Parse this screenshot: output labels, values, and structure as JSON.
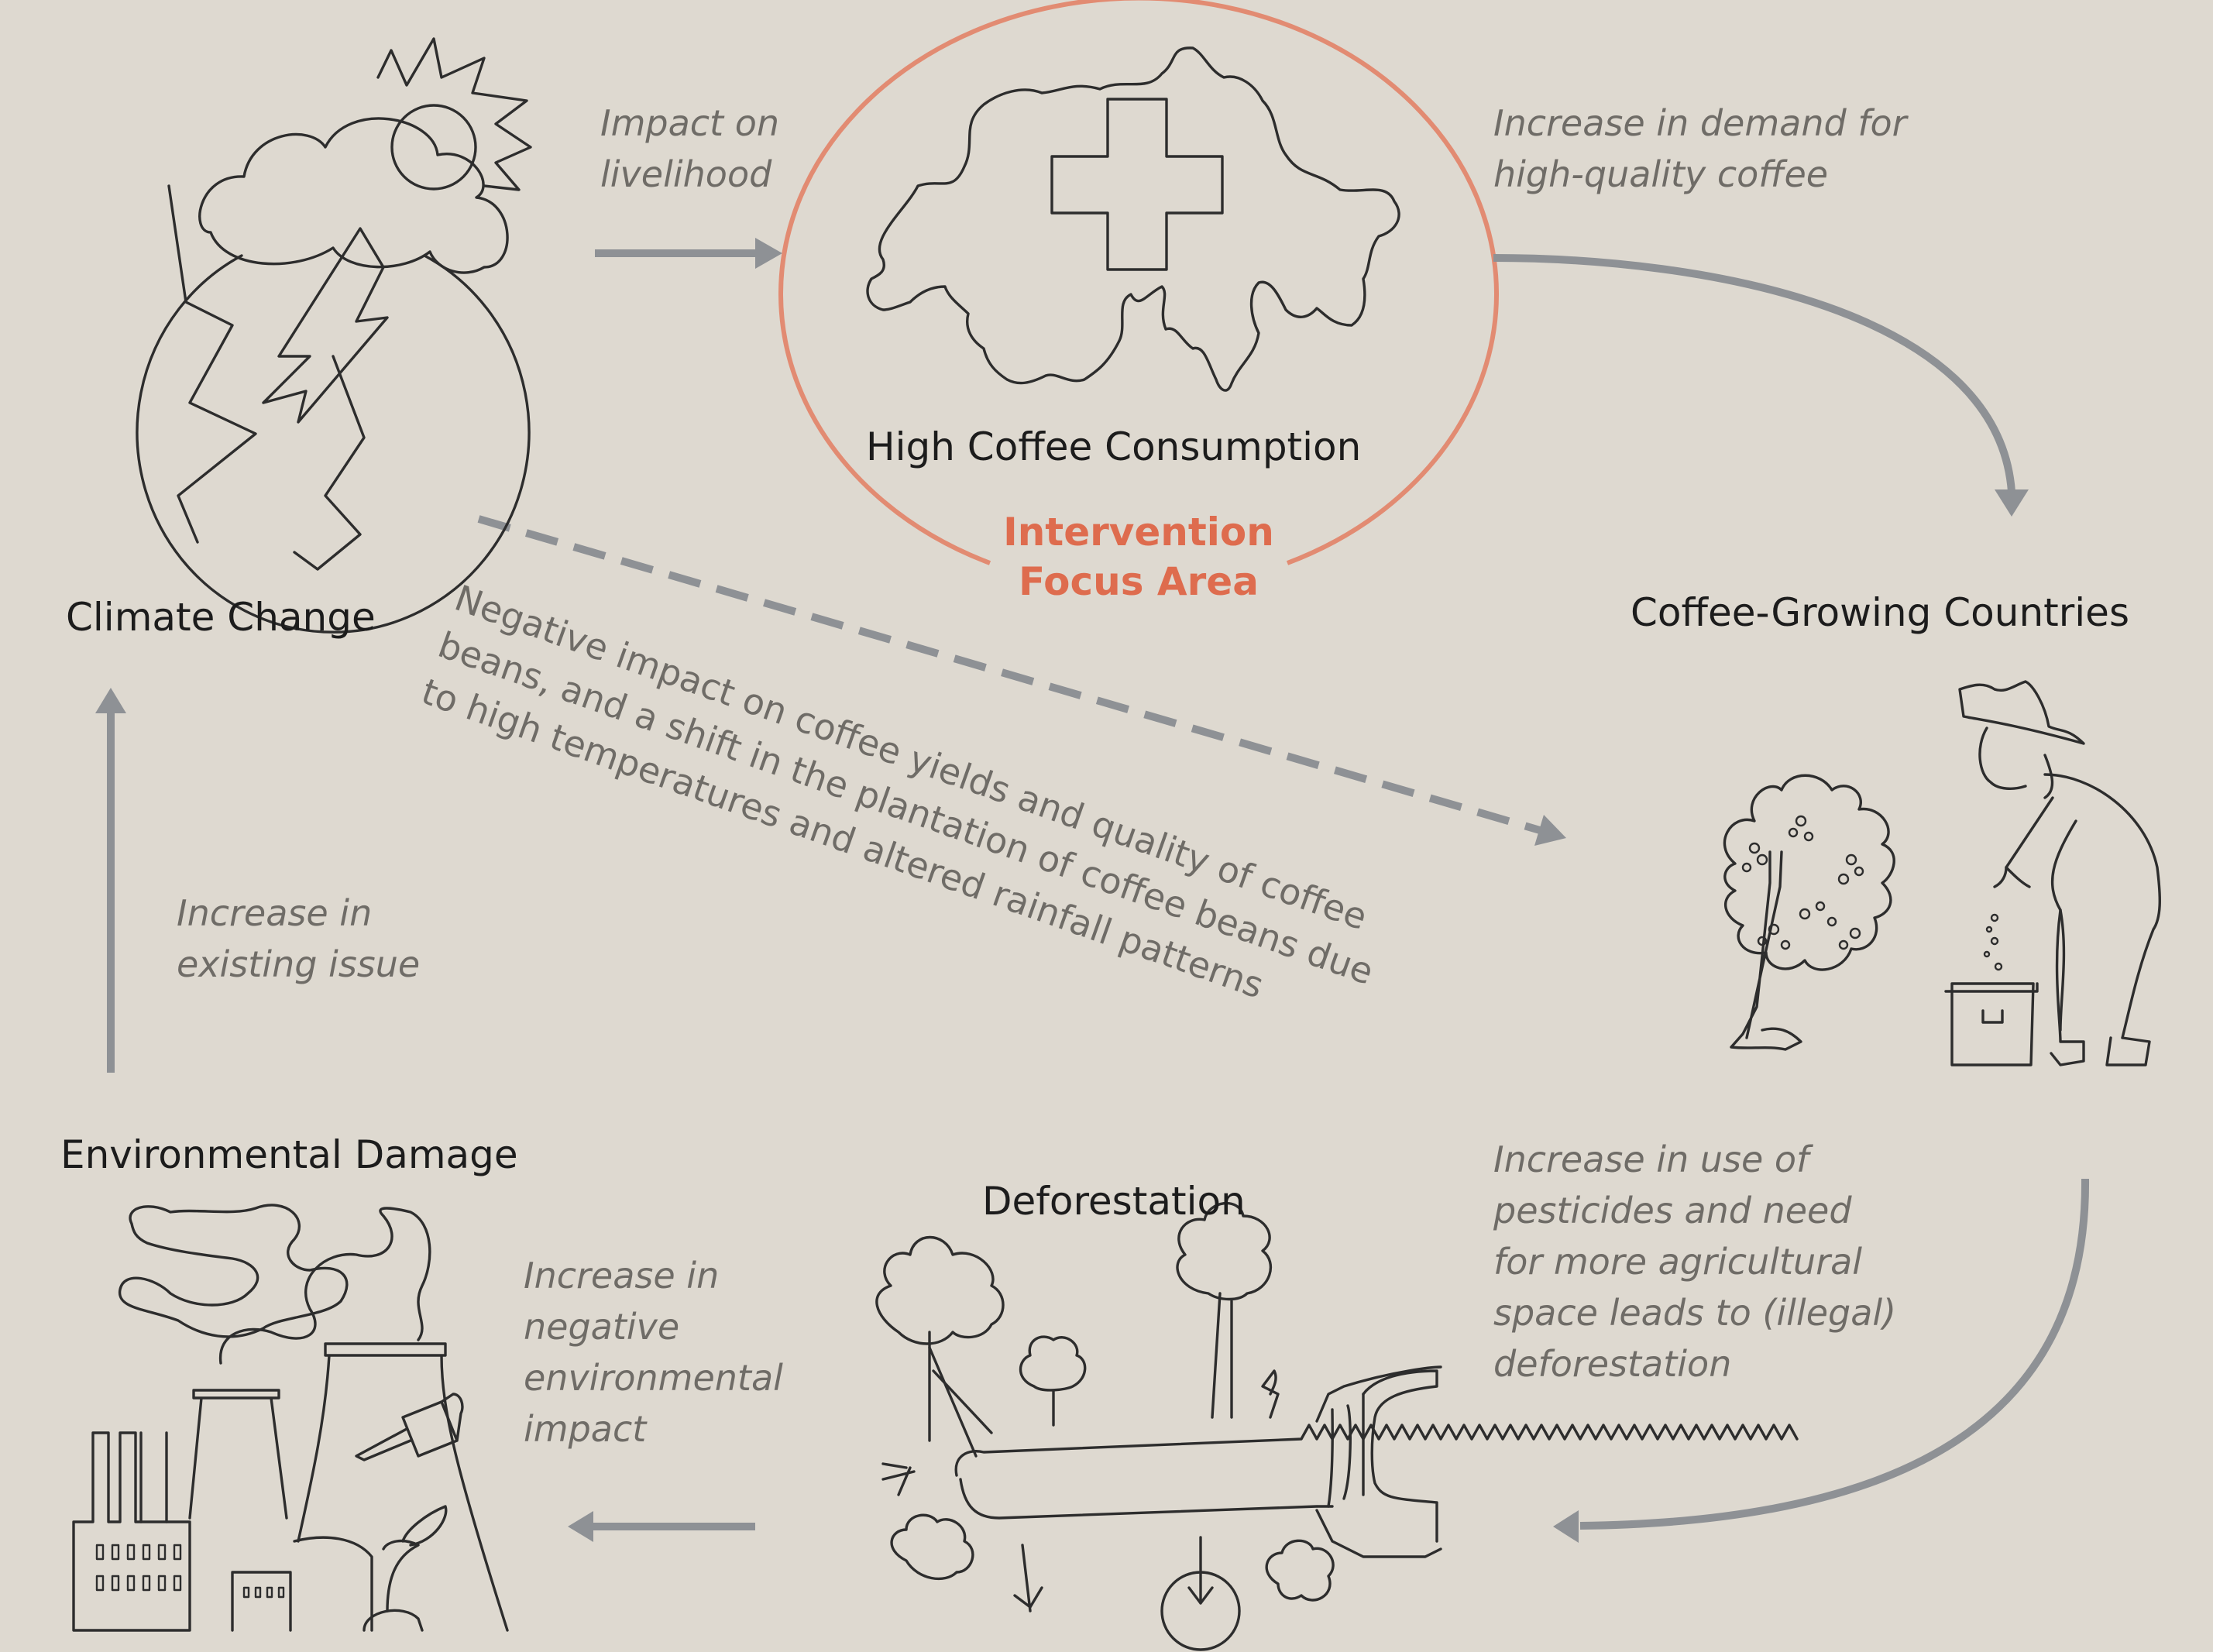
{
  "nodes": {
    "climate_change": "Climate Change",
    "coffee_consumption": "High Coffee Consumption",
    "coffee_countries": "Coffee-Growing Countries",
    "deforestation": "Deforestation",
    "environmental_damage": "Environmental Damage"
  },
  "focus_area": {
    "line1": "Intervention",
    "line2": "Focus Area"
  },
  "edges": {
    "climate_to_consumption": [
      "Impact on",
      "livelihood"
    ],
    "consumption_to_countries": [
      "Increase in demand for",
      "high-quality coffee"
    ],
    "countries_to_deforestation": [
      "Increase in use of",
      "pesticides and need",
      "for more agricultural",
      "space leads to (illegal)",
      "deforestation"
    ],
    "deforestation_to_damage": [
      "Increase in",
      "negative",
      "environmental",
      "impact"
    ],
    "damage_to_climate": [
      "Increase in",
      "existing issue"
    ],
    "climate_to_countries": [
      "Negative impact on coffee yields and quality of coffee",
      "beans, and a shift in the plantation of coffee beans due",
      "to high temperatures and altered rainfall patterns"
    ]
  },
  "colors": {
    "background": "#ded9d0",
    "arrow": "#8e9195",
    "focus": "#de6c4e",
    "ink": "#2d2d2d"
  },
  "icons": [
    "climate-globe-icon",
    "switzerland-map-icon",
    "coffee-farmer-icon",
    "chainsaw-forest-icon",
    "factory-icon"
  ]
}
